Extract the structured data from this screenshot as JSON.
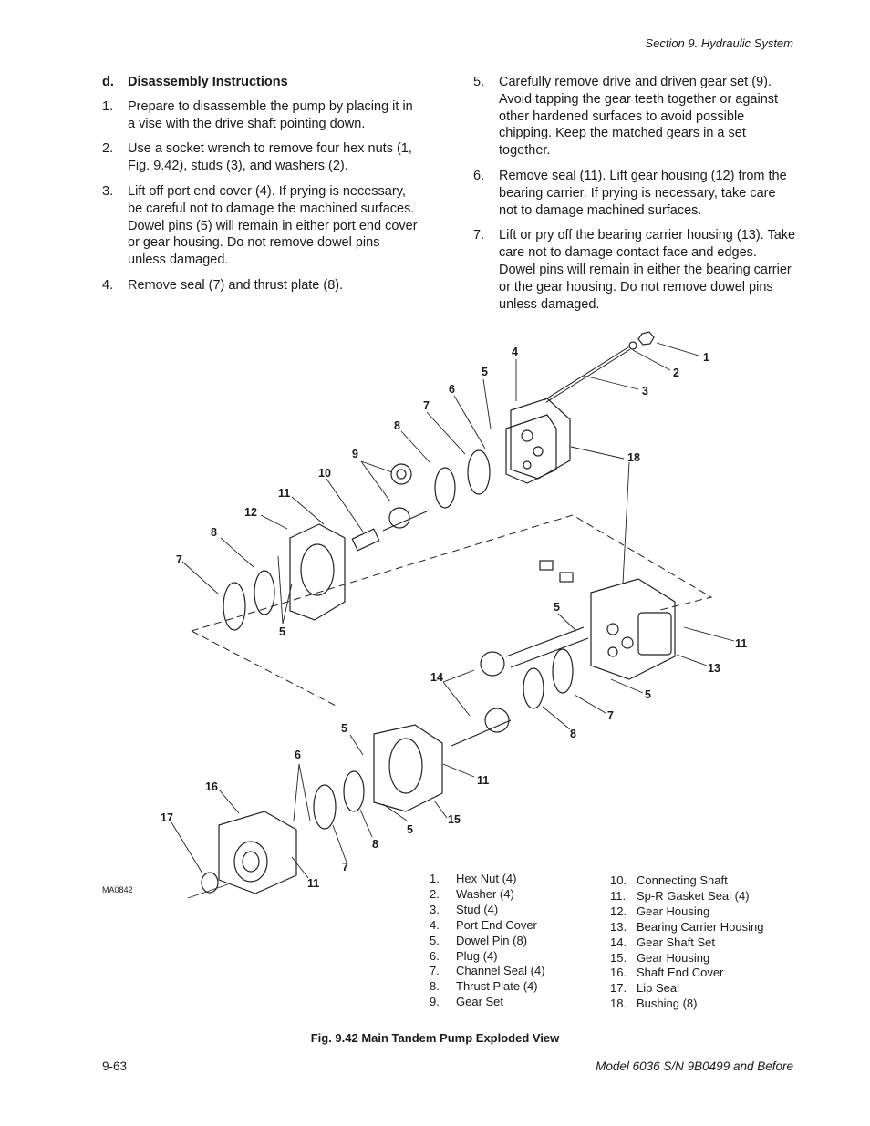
{
  "header": {
    "section": "Section 9.   Hydraulic System"
  },
  "heading": {
    "letter": "d.",
    "title": "Disassembly Instructions"
  },
  "steps_left": [
    {
      "num": "1.",
      "text": "Prepare to disassemble the pump by placing it in a vise with the drive shaft pointing down."
    },
    {
      "num": "2.",
      "text": "Use a socket wrench to remove four hex nuts (1, Fig. 9.42), studs (3), and washers (2)."
    },
    {
      "num": "3.",
      "text": "Lift off port end cover (4).  If prying is neces­sary, be careful not to damage the machined surfaces.  Dowel pins (5) will remain in either port end cover or gear housing.  Do not remove dowel pins unless damaged."
    },
    {
      "num": "4.",
      "text": "Remove seal (7) and thrust plate (8)."
    }
  ],
  "steps_right": [
    {
      "num": "5.",
      "text": "Carefully remove drive and driven gear set (9).  Avoid tapping the gear teeth together or against other hardened surfaces to avoid possible chipping.  Keep the matched gears in a set together."
    },
    {
      "num": "6.",
      "text": "Remove seal (11).  Lift gear housing (12) from the bearing carrier.  If prying is necessary, take care not to damage machined surfaces."
    },
    {
      "num": "7.",
      "text": "Lift or pry off the bearing carrier housing (13).  Take care not to damage contact face and edges.  Dowel pins will remain in either the bearing carrier or the gear housing.  Do not remove dowel pins unless damaged."
    }
  ],
  "figure": {
    "id": "MA0842",
    "callouts": [
      "1",
      "2",
      "3",
      "4",
      "5",
      "6",
      "7",
      "8",
      "9",
      "10",
      "11",
      "12",
      "8",
      "7",
      "5",
      "18",
      "5",
      "11",
      "13",
      "5",
      "7",
      "8",
      "14",
      "5",
      "6",
      "16",
      "17",
      "11",
      "7",
      "8",
      "5",
      "15",
      "11"
    ],
    "legend_left": [
      {
        "n": "1.",
        "t": "Hex Nut (4)"
      },
      {
        "n": "2.",
        "t": "Washer (4)"
      },
      {
        "n": "3.",
        "t": "Stud (4)"
      },
      {
        "n": "4.",
        "t": "Port End Cover"
      },
      {
        "n": "5.",
        "t": "Dowel Pin (8)"
      },
      {
        "n": "6.",
        "t": "Plug (4)"
      },
      {
        "n": "7.",
        "t": "Channel Seal (4)"
      },
      {
        "n": "8.",
        "t": "Thrust Plate (4)"
      },
      {
        "n": "9.",
        "t": "Gear Set"
      }
    ],
    "legend_right": [
      {
        "n": "10.",
        "t": "Connecting Shaft"
      },
      {
        "n": "11.",
        "t": "Sp-R Gasket Seal (4)"
      },
      {
        "n": "12.",
        "t": "Gear Housing"
      },
      {
        "n": "13.",
        "t": "Bearing Carrier Housing"
      },
      {
        "n": "14.",
        "t": "Gear Shaft Set"
      },
      {
        "n": "15.",
        "t": "Gear Housing"
      },
      {
        "n": "16.",
        "t": "Shaft End Cover"
      },
      {
        "n": "17.",
        "t": "Lip Seal"
      },
      {
        "n": "18.",
        "t": "Bushing (8)"
      }
    ],
    "caption": "Fig. 9.42 Main Tandem Pump Exploded View"
  },
  "footer": {
    "page": "9-63",
    "model": "Model 6036 S/N 9B0499 and Before"
  }
}
